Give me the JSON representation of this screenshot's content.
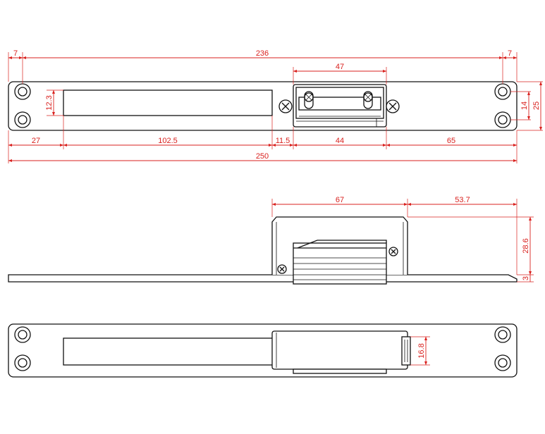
{
  "colors": {
    "outline": "#111111",
    "dimension": "#d9221f",
    "background": "#ffffff"
  },
  "dimensions": {
    "top_view": {
      "hole_offset_left": "7",
      "hole_span": "236",
      "hole_offset_right": "7",
      "latch_width": "47",
      "slot_height": "12.3",
      "hole_pitch": "14",
      "plate_height": "25",
      "left_margin": "27",
      "slot_length": "102.5",
      "gap": "11.5",
      "latch_length": "44",
      "right_margin": "65",
      "overall_length": "250"
    },
    "side_view": {
      "body_length": "67",
      "body_offset": "53.7",
      "body_height": "28.6",
      "plate_thickness": "3"
    },
    "bottom_view": {
      "latch_height": "16.8"
    }
  }
}
